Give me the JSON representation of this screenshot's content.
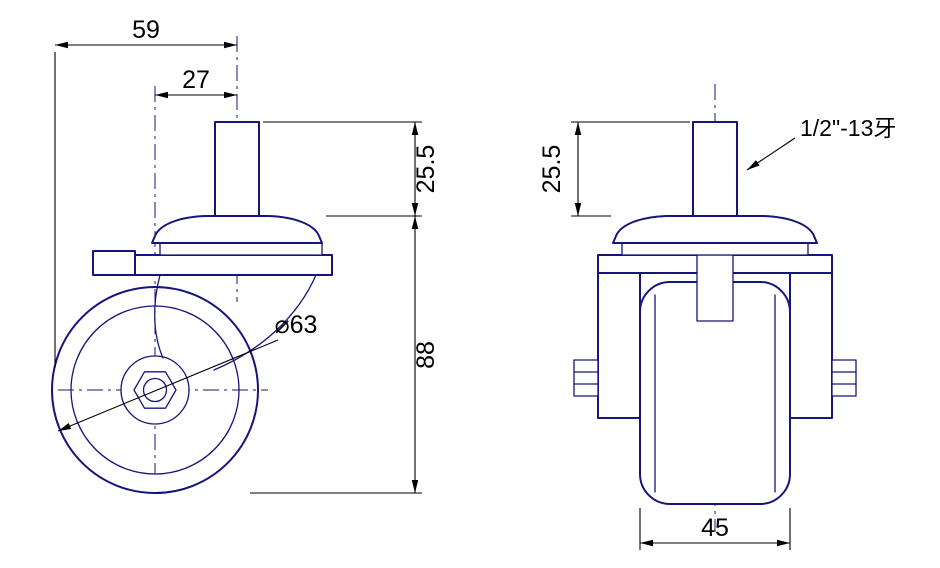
{
  "side_view": {
    "dim_total_offset": "59",
    "dim_swivel_offset": "27",
    "dim_stem_height": "25.5",
    "dim_overall_height": "88",
    "dim_wheel_diameter": "⌀63"
  },
  "front_view": {
    "dim_stem_height": "25.5",
    "dim_wheel_width": "45",
    "thread_label": "1/2\"-13牙"
  },
  "colors": {
    "geometry_line": "#16167a",
    "dimension_line": "#000000",
    "text": "#000000",
    "background": "#ffffff"
  }
}
